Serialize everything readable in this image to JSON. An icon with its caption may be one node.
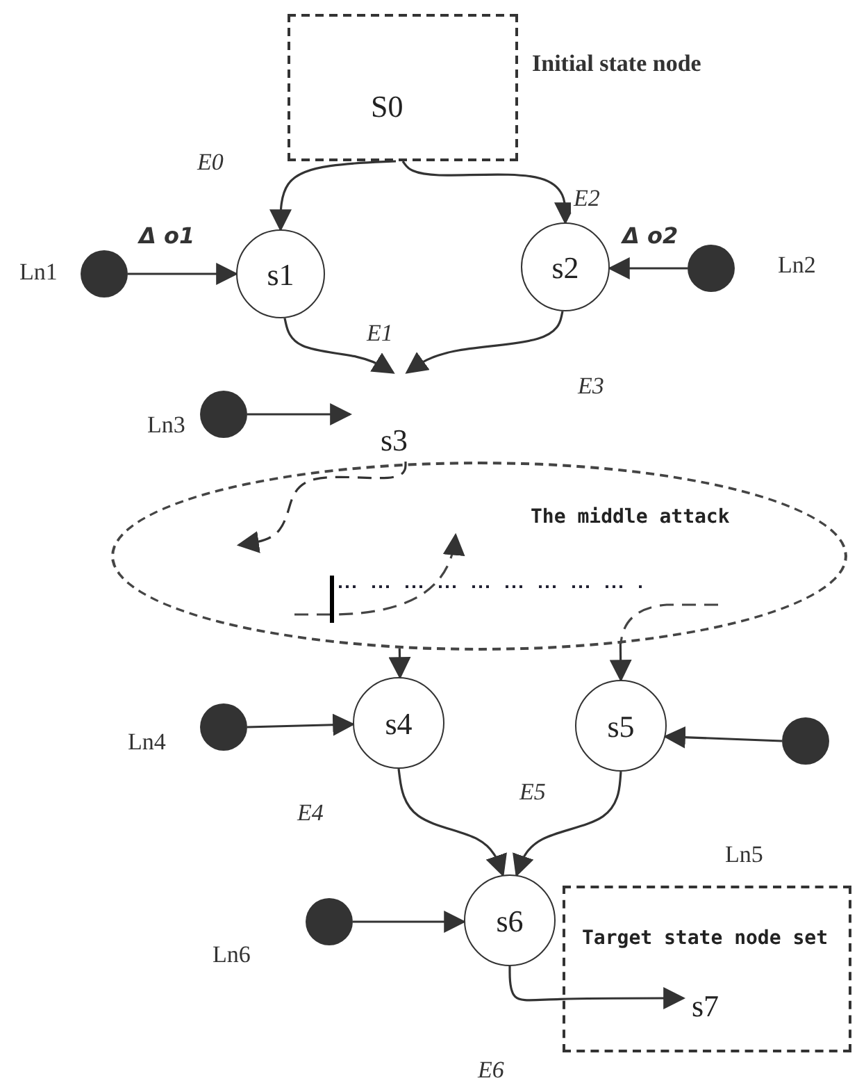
{
  "diagram": {
    "nodes": [
      {
        "text": [
          "S0"
        ],
        "beside": [
          "Initial state node"
        ]
      },
      {
        "text": [
          "s1"
        ]
      },
      {
        "text": [
          "s2"
        ]
      },
      {
        "text": [],
        "shape": "circle",
        "beside": [
          "Ln1"
        ]
      },
      {
        "text": [],
        "shape": "circle",
        "beside": [
          "Ln2"
        ]
      },
      {
        "text": [
          "s3"
        ]
      },
      {
        "text": [],
        "shape": "circle",
        "beside": [
          "Ln3"
        ]
      },
      {
        "text": [
          "The middle attack"
        ]
      },
      {
        "text": [
          "s4"
        ]
      },
      {
        "text": [
          "s5"
        ]
      },
      {
        "text": [],
        "shape": "circle",
        "beside": [
          "Ln4"
        ]
      },
      {
        "text": [],
        "shape": "circle",
        "beside": [
          "Ln5"
        ]
      },
      {
        "text": [
          "s6"
        ]
      },
      {
        "text": [],
        "shape": "circle",
        "beside": [
          "Ln6"
        ]
      },
      {
        "text": [
          "Target state node set"
        ]
      },
      {
        "text": [
          "s7"
        ],
        "in": 14
      }
    ],
    "edges": [
      {
        "from": 0,
        "to": 1,
        "arrow": "to",
        "label": "E0"
      },
      {
        "from": 0,
        "to": 2,
        "arrow": "to",
        "label": "E2"
      },
      {
        "from": 3,
        "to": 1,
        "arrow": "to",
        "label": "Δ o1"
      },
      {
        "from": 4,
        "to": 2,
        "arrow": "to",
        "label": "Δ o2"
      },
      {
        "from": 1,
        "to": 5,
        "arrow": "to"
      },
      {
        "from": 2,
        "to": 5,
        "arrow": "to"
      },
      {
        "from": 6,
        "to": 5,
        "arrow": "to"
      },
      {
        "from": 5,
        "to": 7,
        "arrow": "to",
        "style": "dashed"
      },
      {
        "from": 7,
        "to": 8,
        "arrow": "to"
      },
      {
        "from": 7,
        "to": 9,
        "arrow": "to"
      },
      {
        "from": 10,
        "to": 8,
        "arrow": "to"
      },
      {
        "from": 11,
        "to": 9,
        "arrow": "to"
      },
      {
        "from": 8,
        "to": 12,
        "arrow": "to",
        "label": "E4"
      },
      {
        "from": 9,
        "to": 12,
        "arrow": "to",
        "label": "E5"
      },
      {
        "from": 13,
        "to": 12,
        "arrow": "to"
      },
      {
        "from": 12,
        "to": 15,
        "arrow": "to"
      }
    ],
    "labels": [
      "E1",
      "E3",
      "E6"
    ]
  }
}
